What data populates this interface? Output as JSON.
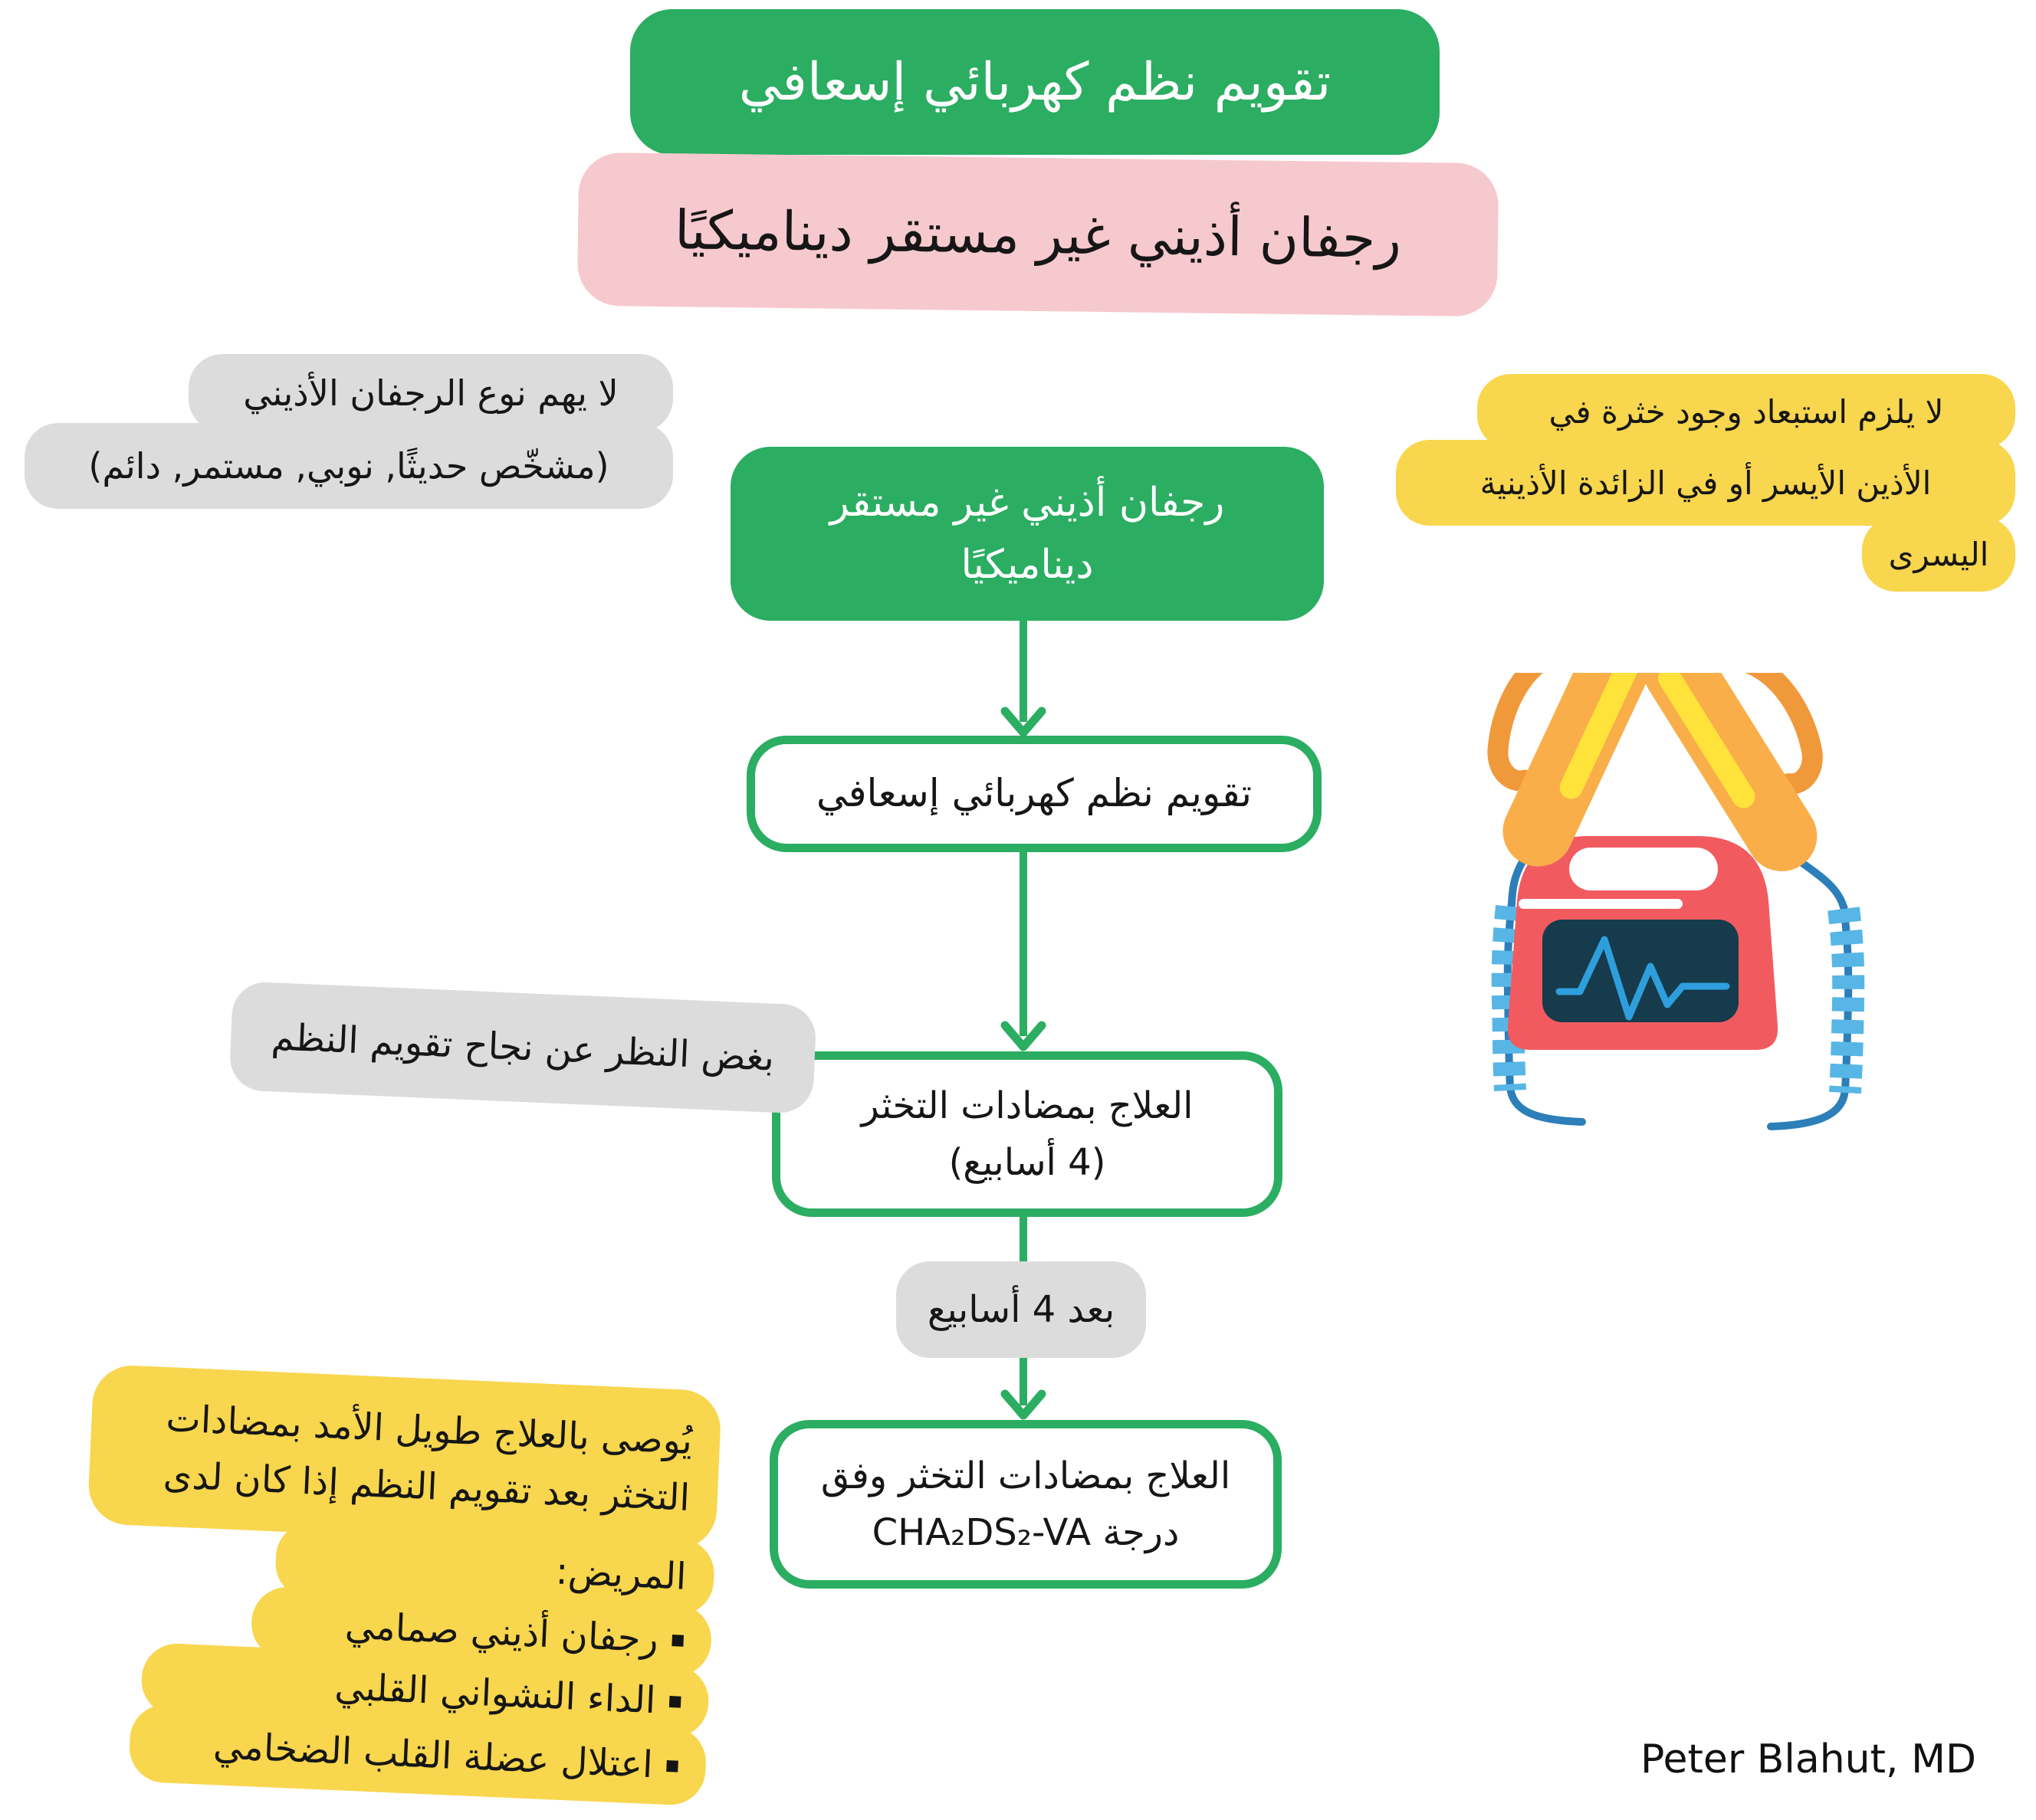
{
  "colors": {
    "green": "#2BAD62",
    "pink": "#F6C9CE",
    "gray": "#DDDCDC",
    "yellow": "#F8D64D",
    "defib_red": "#F15B60",
    "screen_navy": "#163B4C",
    "cable_blue": "#57B6E5",
    "paddle_orange": "#F9AE49",
    "ecg_blue": "#2E9FDC"
  },
  "header": {
    "title": "تقويم نظم كهربائي إسعافي",
    "subtitle": "رجفان أذيني غير مستقر ديناميكيًا"
  },
  "notes": {
    "af_type": {
      "line1": "لا يهم نوع الرجفان الأذيني",
      "line2": "(مشخّص حديثًا, نوبي, مستمر, دائم)"
    },
    "no_thrombus": {
      "line1": "لا يلزم استبعاد وجود خثرة في",
      "line2": "الأذين الأيسر أو في الزائدة الأذينية",
      "line3": "اليسرى"
    },
    "regardless": {
      "text": "بغض النظر عن نجاح تقويم النظم"
    },
    "after_four_weeks": {
      "text": "بعد 4 أسابيع"
    },
    "long_term": {
      "line1": "يُوصى بالعلاج طويل الأمد بمضادات",
      "line2": "التخثر بعد تقويم النظم إذا كان لدى",
      "line3": "المريض:",
      "bullets": [
        "رجفان أذيني صمامي",
        "الداء النشواني القلبي",
        "اعتلال عضلة القلب الضخامي"
      ]
    }
  },
  "flow": {
    "start_line1": "رجفان أذيني غير مستقر",
    "start_line2": "ديناميكيًا",
    "step1": "تقويم نظم كهربائي إسعافي",
    "step2_line1": "العلاج بمضادات التخثر",
    "step2_line2": "(4 أسابيع)",
    "step3_line1": "العلاج بمضادات التخثر وفق",
    "step3_line2": "درجة CHA₂DS₂-VA"
  },
  "illustration": "defibrillator",
  "credit": "Peter Blahut, MD"
}
